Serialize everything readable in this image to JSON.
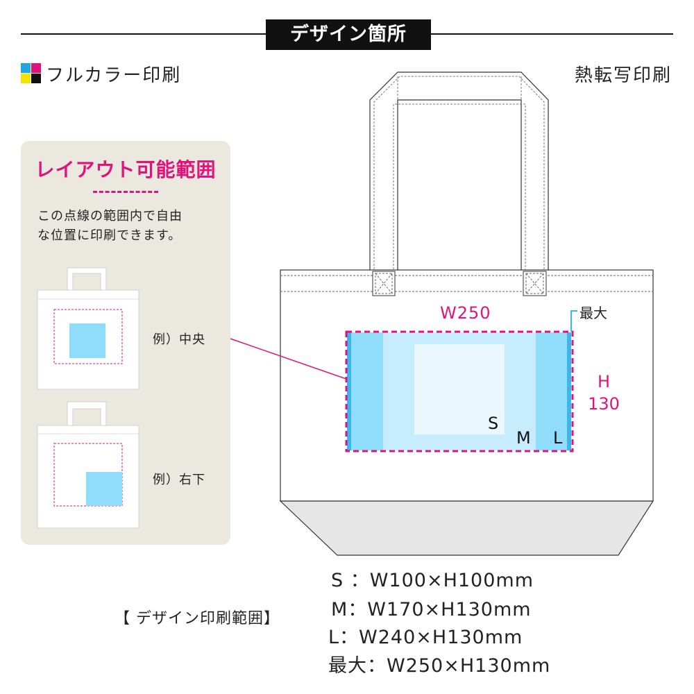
{
  "header": {
    "title": "デザイン箇所"
  },
  "print_methods": {
    "full_color": "フルカラー印刷",
    "thermal_transfer": "熱転写印刷"
  },
  "cmyk_colors": [
    "#1fa6e0",
    "#e0137d",
    "#f4e300",
    "#111111"
  ],
  "layout_panel": {
    "title": "レイアウト可能範囲",
    "description_line1": "この点線の範囲内で自由",
    "description_line2": "な位置に印刷できます。",
    "example_center": "例）中央",
    "example_bottom_right": "例）右下"
  },
  "diagram": {
    "width_label": "W250",
    "height_label_h": "H",
    "height_label_value": "130",
    "max_label": "最大",
    "size_s": "S",
    "size_m": "M",
    "size_l": "L"
  },
  "spec": {
    "label": "【 デザイン印刷範囲】",
    "rows": [
      "S ：W100×H100mm",
      "M：W170×H130mm",
      "L：W240×H130mm",
      "最大：W250×H130mm"
    ]
  },
  "colors": {
    "accent_magenta": "#e0137d",
    "area_l": "#8fdcfb",
    "area_m": "#c6ecfd",
    "area_s": "#eaf8fe",
    "panel_bg": "#ebe8df",
    "gusset": "#e6e6e6"
  }
}
